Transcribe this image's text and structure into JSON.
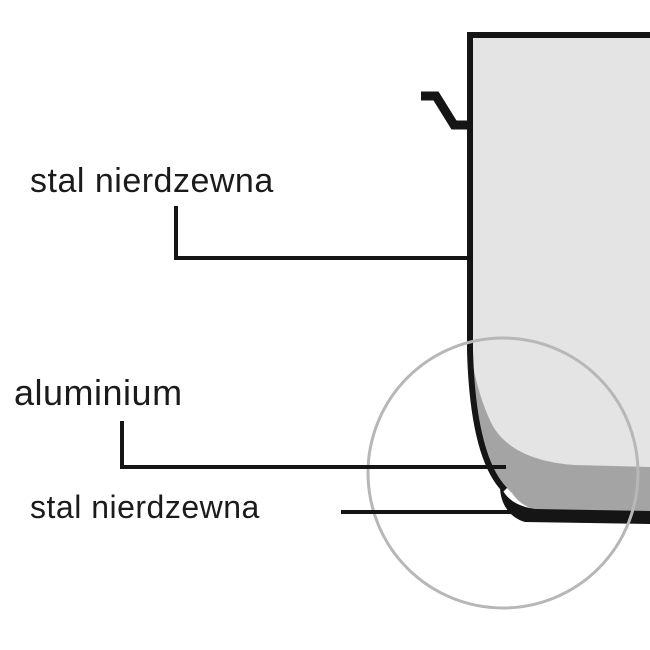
{
  "figure": {
    "labels": {
      "body_material": "stal nierdzewna",
      "core_material": "aluminium",
      "bottom_material": "stal nierdzewna"
    },
    "colors": {
      "background": "#ffffff",
      "pot_body": "#e4e4e4",
      "aluminium_layer": "#a4a4a4",
      "bottom_cap": "#151515",
      "outline": "#151515",
      "magnifier_circle": "#b7b7b7",
      "leader_line": "#151515",
      "label_text": "#1b1b1b"
    }
  }
}
